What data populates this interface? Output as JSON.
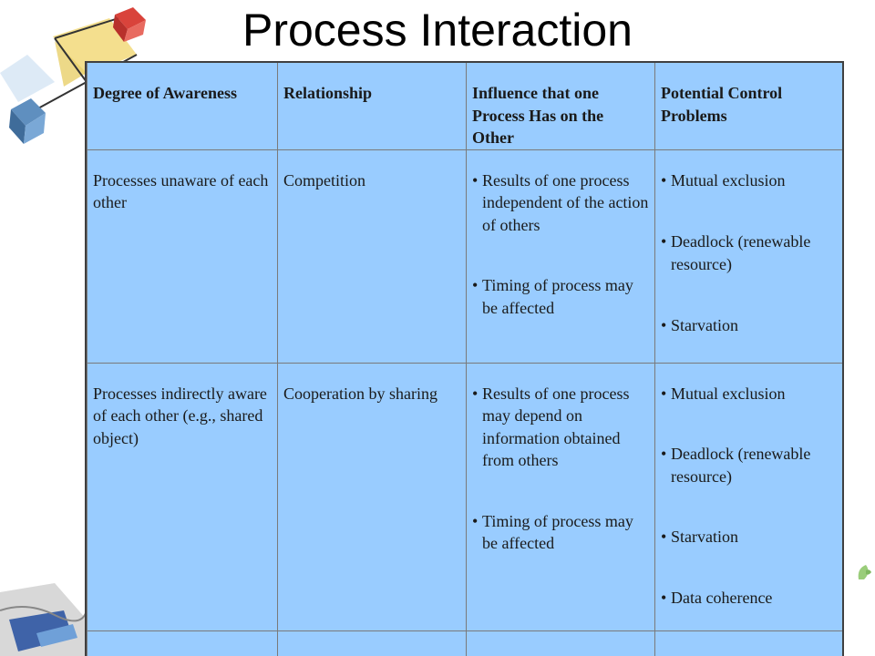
{
  "slide": {
    "title": "Process Interaction"
  },
  "table": {
    "headers": [
      "Degree of Awareness",
      "Relationship",
      "Influence that one Process Has on the Other",
      "Potential Control Problems"
    ],
    "rows": [
      {
        "awareness": "Processes unaware of each other",
        "relationship": "Competition",
        "influence": [
          "Results of one process independent of the action of others",
          "Timing of process may be affected"
        ],
        "problems": [
          "Mutual exclusion",
          "Deadlock (renewable resource)",
          "Starvation"
        ]
      },
      {
        "awareness": "Processes indirectly aware of each other (e.g., shared object)",
        "relationship": "Cooperation by sharing",
        "influence": [
          "Results of one process may depend on information obtained from others",
          "Timing of process may be affected"
        ],
        "problems": [
          "Mutual exclusion",
          "Deadlock (renewable resource)",
          "Starvation",
          "Data coherence"
        ]
      }
    ]
  },
  "colors": {
    "table_fill": "#99ccff",
    "grid_line": "#7a7a7a"
  }
}
